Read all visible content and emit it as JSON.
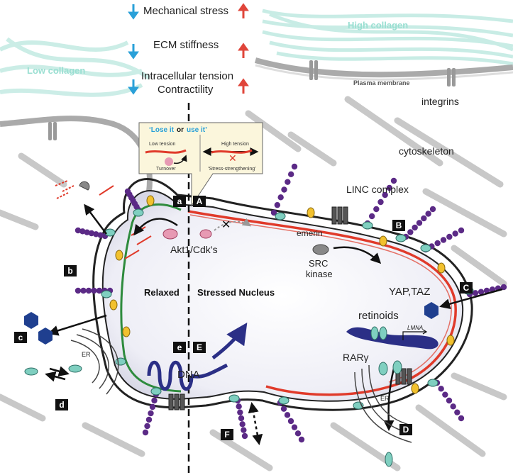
{
  "header": {
    "mechanical_stress": "Mechanical stress",
    "ecm_stiffness": "ECM stiffness",
    "intracellular_tension": "Intracellular tension",
    "contractility": "Contractility"
  },
  "regions": {
    "low_collagen": "Low collagen",
    "high_collagen": "High collagen",
    "plasma_membrane": "Plasma membrane",
    "integrins": "integrins",
    "cytoskeleton": "cytoskeleton",
    "linc_complex": "LINC complex",
    "emerin": "emerin",
    "akt1_cdks": "Akt1/Cdk’s",
    "src_kinase": "SRC kinase",
    "yap_taz": "YAP,TAZ",
    "retinoids": "retinoids",
    "lmna": "LMNA",
    "rar_gamma": "RARγ",
    "er_left": "ER",
    "er_right": "ER",
    "dna": "DNA",
    "relaxed": "Relaxed",
    "stressed_nucleus": "Stressed Nucleus"
  },
  "inset": {
    "lose_it": "‘Lose it",
    "or": "or",
    "use_it": "use it’",
    "low_tension": "Low tension",
    "high_tension": "High tension",
    "turnover": "Turnover",
    "stress_strengthening": "‘Stress-strengthening’"
  },
  "tags": {
    "a": "a",
    "b": "b",
    "c": "c",
    "d": "d",
    "e": "e",
    "A": "A",
    "B": "B",
    "C": "C",
    "D": "D",
    "E": "E",
    "F": "F"
  },
  "colors": {
    "arrow_down": "#2aa0d8",
    "arrow_up": "#e0453a",
    "collagen": "#7fd1c2",
    "lamina_green": "#2e8b3d",
    "lamina_red": "#e03a2a",
    "purple": "#5b2a86",
    "teal_protein": "#7fcfc0",
    "yellow_protein": "#f2c12e",
    "hexagon": "#1f3f8f",
    "dna": "#2b2f86"
  }
}
